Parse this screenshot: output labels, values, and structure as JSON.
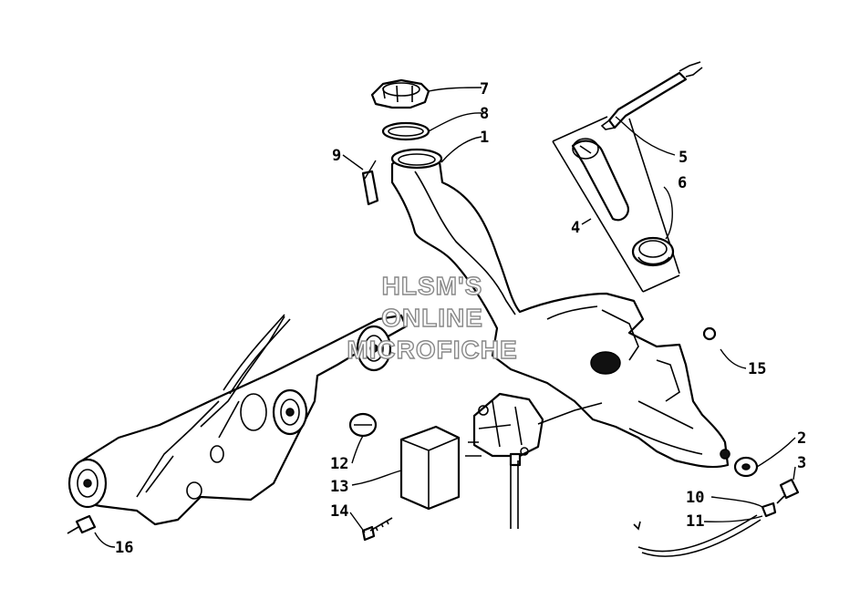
{
  "watermark": {
    "line1": "HLSM'S",
    "line2": "ONLINE",
    "line3": "MICROFICHE"
  },
  "callouts": {
    "c1": "1",
    "c2": "2",
    "c3": "3",
    "c4": "4",
    "c5": "5",
    "c6": "6",
    "c7": "7",
    "c8": "8",
    "c9": "9",
    "c10": "10",
    "c11": "11",
    "c12": "12",
    "c13": "13",
    "c14": "14",
    "c15": "15",
    "c16": "16"
  }
}
